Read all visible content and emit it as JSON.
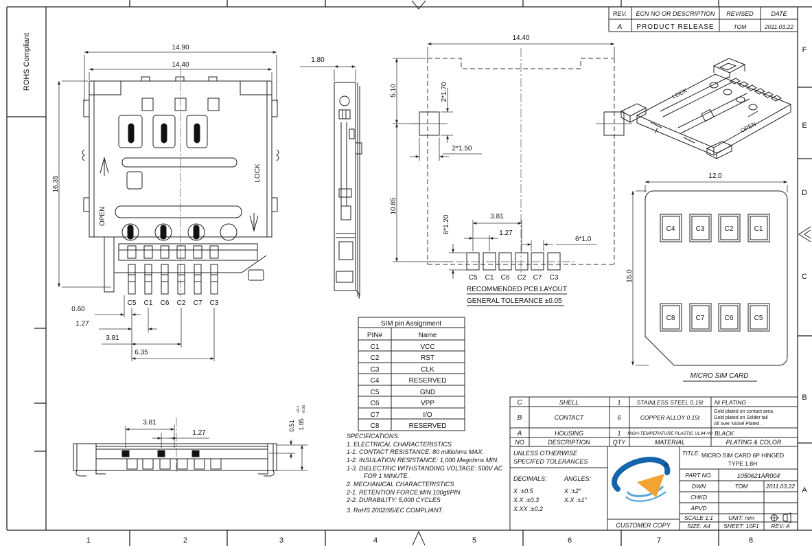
{
  "border": {
    "rohs_label": "ROHS Compliant",
    "zone_letters": [
      "F",
      "E",
      "D",
      "C",
      "B",
      "A"
    ],
    "zone_numbers": [
      "1",
      "2",
      "3",
      "4",
      "5",
      "6",
      "7",
      "8"
    ]
  },
  "rev_table": {
    "headers": {
      "rev": "REV.",
      "desc": "ECN NO OR DESCRIPTION",
      "revised": "REVISED",
      "date": "DATE"
    },
    "row": {
      "rev": "A",
      "desc": "PRODUCT RELEASE",
      "revised": "TOM",
      "date": "2011.03.22"
    }
  },
  "front_view": {
    "dims": {
      "outer_width": "14.90",
      "inner_width": "14.40",
      "height": "16.35",
      "d060": "0.60",
      "d127": "1.27",
      "d381": "3.81",
      "d635": "6.35"
    },
    "open_label": "OPEN",
    "lock_label": "LOCK",
    "pins": [
      "C5",
      "C1",
      "C6",
      "C2",
      "C7",
      "C3"
    ]
  },
  "side_view": {
    "dims": {
      "width": "1.80"
    }
  },
  "pcb_layout": {
    "dims": {
      "width": "14.40",
      "d510": "5.10",
      "d2x170": "2*1.70",
      "d2x150": "2*1.50",
      "d1085": "10.85",
      "d381": "3.81",
      "d127": "1.27",
      "d6x10": "6*1.0",
      "d6x120": "6*1.20"
    },
    "pads": [
      "C5",
      "C1",
      "C6",
      "C2",
      "C7",
      "C3"
    ],
    "caption1": "RECOMMENDED PCB LAYOUT",
    "caption2": "GENERAL TOLERANCE ±0.05"
  },
  "bottom_view": {
    "dims": {
      "d381": "3.81",
      "d127": "1.27",
      "d051": "0.51",
      "d185": "1.85",
      "tol_up": "+0.1",
      "tol_dn": "-0.05"
    }
  },
  "sim_card": {
    "dims": {
      "width": "12.0",
      "height": "15.0"
    },
    "pads_top": [
      "C4",
      "C3",
      "C2",
      "C1"
    ],
    "pads_bottom": [
      "C8",
      "C7",
      "C6",
      "C5"
    ],
    "caption": "MICRO SIM CARD"
  },
  "iso_view": {
    "labels": [
      "LOCK",
      "OPEN"
    ]
  },
  "pin_table": {
    "title": "SIM pin Assignment",
    "headers": {
      "pin": "PIN#",
      "name": "Name"
    },
    "rows": [
      {
        "pin": "C1",
        "name": "VCC"
      },
      {
        "pin": "C2",
        "name": "RST"
      },
      {
        "pin": "C3",
        "name": "CLK"
      },
      {
        "pin": "C4",
        "name": "RESERVED"
      },
      {
        "pin": "C5",
        "name": "GND"
      },
      {
        "pin": "C6",
        "name": "VPP"
      },
      {
        "pin": "C7",
        "name": "I/O"
      },
      {
        "pin": "C8",
        "name": "RESERVED"
      }
    ]
  },
  "specs": {
    "lines": [
      "SPECIFICATIONS:",
      "1. ELECTRICAL CHARACTERISTICS",
      "1-1. CONTACT RESISTANCE: 80 milliohms  MAX.",
      "1-2. INSULATION RESISTANCE: 1,000 Megohms MIN.",
      "1-3. DIELECTRIC WITHSTANDING VOLTAGE: 500V AC",
      "FOR 1 MINUTE.",
      "2. MECHANICAL CHARACTERISTICS",
      "2-1. RETENTION FORCE:MIN.100gf/PIN",
      "2-2. DURABILITY: 5,000 CYCLES",
      "3. RoHS 2002/95/EC COMPLIANT."
    ]
  },
  "bom_table": {
    "headers": {
      "no": "NO",
      "description": "DESCRIPTION",
      "qty": "QTY",
      "material": "MATERIAL",
      "plating": "PLATING & COLOR"
    },
    "rows": [
      {
        "no": "C",
        "description": "SHELL",
        "qty": "1",
        "material": "STAINLESS STEEL 0.15t",
        "plating": "Ni PLATING"
      },
      {
        "no": "B",
        "description": "CONTACT",
        "qty": "6",
        "material": "COPPER ALLOY 0.15t",
        "plating_lines": [
          "Gold plated on contact area",
          "Gold plated on Solder tail",
          "All over Nickel Plated ."
        ]
      },
      {
        "no": "A",
        "description": "HOUSING",
        "qty": "1",
        "material": "HIGH-TEMPERATURE PLASTIC UL94-V0",
        "plating": "BLACK"
      }
    ]
  },
  "title_block": {
    "tol_header1": "UNLESS OTHERWISE",
    "tol_header2": "SPECIFED TOLERANCES",
    "decimals_label": "DECIMALS:",
    "angles_label": "ANGLES:",
    "dec1": "X    :±0.5",
    "dec2": "X.X  :±0.3",
    "dec3": "X.XX :±0.2",
    "ang1": "X  :±2°",
    "ang2": "X.X :±1°",
    "customer_copy": "CUSTOMER COPY",
    "title_label": "TITLE:",
    "title_line1": "MICRO SIM CARD 6P HINGED",
    "title_line2": "TYPE 1.8H",
    "part_no_label": "PART NO.",
    "part_no": "1050621AR004",
    "dwn_label": "DWN",
    "dwn": "TOM",
    "dwn_date": "2011.03.22",
    "chkd_label": "CHKD",
    "apvd_label": "APVD",
    "scale": "SCALE 1:1",
    "unit": "UNIT:  mm",
    "size": "SIZE: A4",
    "sheet": "SHEET: 10F1",
    "rev": "REV: A",
    "logo_blue": "#1565ad",
    "logo_light_blue": "#58a7d9",
    "logo_orange": "#f2a432",
    "reg_mark": "®"
  }
}
